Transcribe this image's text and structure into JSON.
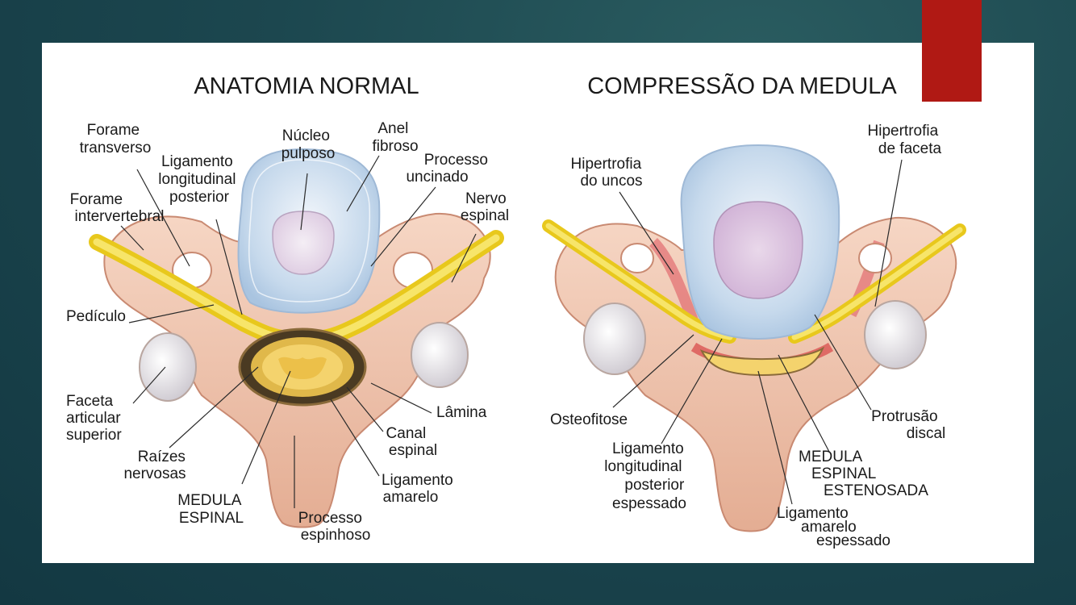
{
  "titles": {
    "left": "ANATOMIA NORMAL",
    "right": "COMPRESSÃO DA MEDULA"
  },
  "left_labels": {
    "forame_transverso": [
      "Forame",
      "transverso"
    ],
    "ligamento_longitudinal_posterior": [
      "Ligamento",
      "longitudinal",
      "posterior"
    ],
    "nucleo_pulposo": [
      "Núcleo",
      "pulposo"
    ],
    "anel_fibroso": [
      "Anel",
      "fibroso"
    ],
    "processo_uncinado": [
      "Processo",
      "uncinado"
    ],
    "nervo_espinal": [
      "Nervo",
      "espinal"
    ],
    "forame_intervertebral": [
      "Forame",
      "intervertebral"
    ],
    "pediculo": [
      "Pedículo"
    ],
    "faceta_articular_superior": [
      "Faceta",
      "articular",
      "superior"
    ],
    "raizes_nervosas": [
      "Raízes",
      "nervosas"
    ],
    "medula_espinal": [
      "MEDULA",
      "ESPINAL"
    ],
    "processo_espinhoso": [
      "Processo",
      "espinhoso"
    ],
    "ligamento_amarelo": [
      "Ligamento",
      "amarelo"
    ],
    "canal_espinal": [
      "Canal",
      "espinal"
    ],
    "lamina": [
      "Lâmina"
    ]
  },
  "right_labels": {
    "hipertrofia_uncos": [
      "Hipertrofia",
      "do uncos"
    ],
    "hipertrofia_faceta": [
      "Hipertrofia",
      "de faceta"
    ],
    "osteofitose": [
      "Osteofitose"
    ],
    "ligamento_longitudinal_espessado": [
      "Ligamento",
      "longitudinal",
      "posterior",
      "espessado"
    ],
    "medula_estenosada": [
      "MEDULA",
      "ESPINAL",
      "ESTENOSADA"
    ],
    "protrusao_discal": [
      "Protrusão",
      "discal"
    ],
    "ligamento_amarelo_espessado": [
      "Ligamento",
      "amarelo",
      "espessado"
    ]
  }
}
